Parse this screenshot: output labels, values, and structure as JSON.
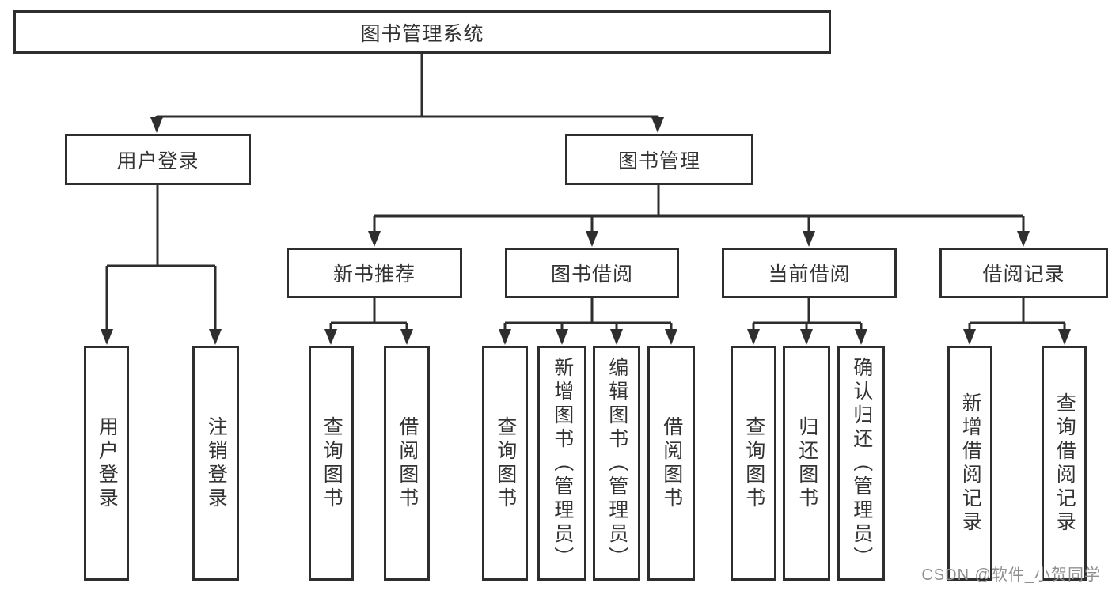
{
  "diagram": {
    "root": {
      "label": "图书管理系统"
    },
    "children": [
      {
        "label": "用户登录",
        "children": [
          {
            "label": "用户登录"
          },
          {
            "label": "注销登录"
          }
        ]
      },
      {
        "label": "图书管理",
        "children": [
          {
            "label": "新书推荐",
            "children": [
              {
                "label": "查询图书"
              },
              {
                "label": "借阅图书"
              }
            ]
          },
          {
            "label": "图书借阅",
            "children": [
              {
                "label": "查询图书"
              },
              {
                "label": "新增图书（管理员）"
              },
              {
                "label": "编辑图书（管理员）"
              },
              {
                "label": "借阅图书"
              }
            ]
          },
          {
            "label": "当前借阅",
            "children": [
              {
                "label": "查询图书"
              },
              {
                "label": "归还图书"
              },
              {
                "label": "确认归还（管理员）"
              }
            ]
          },
          {
            "label": "借阅记录",
            "children": [
              {
                "label": "新增借阅记录"
              },
              {
                "label": "查询借阅记录"
              }
            ]
          }
        ]
      }
    ]
  },
  "watermark": {
    "text": "CSDN @软件_小贺同学"
  },
  "colors": {
    "line": "#2e2e2e",
    "box_border": "#2e2e2e",
    "box_background": "#ffffff",
    "text": "#333333",
    "watermark": "#8f8f8f",
    "background": "#ffffff"
  }
}
